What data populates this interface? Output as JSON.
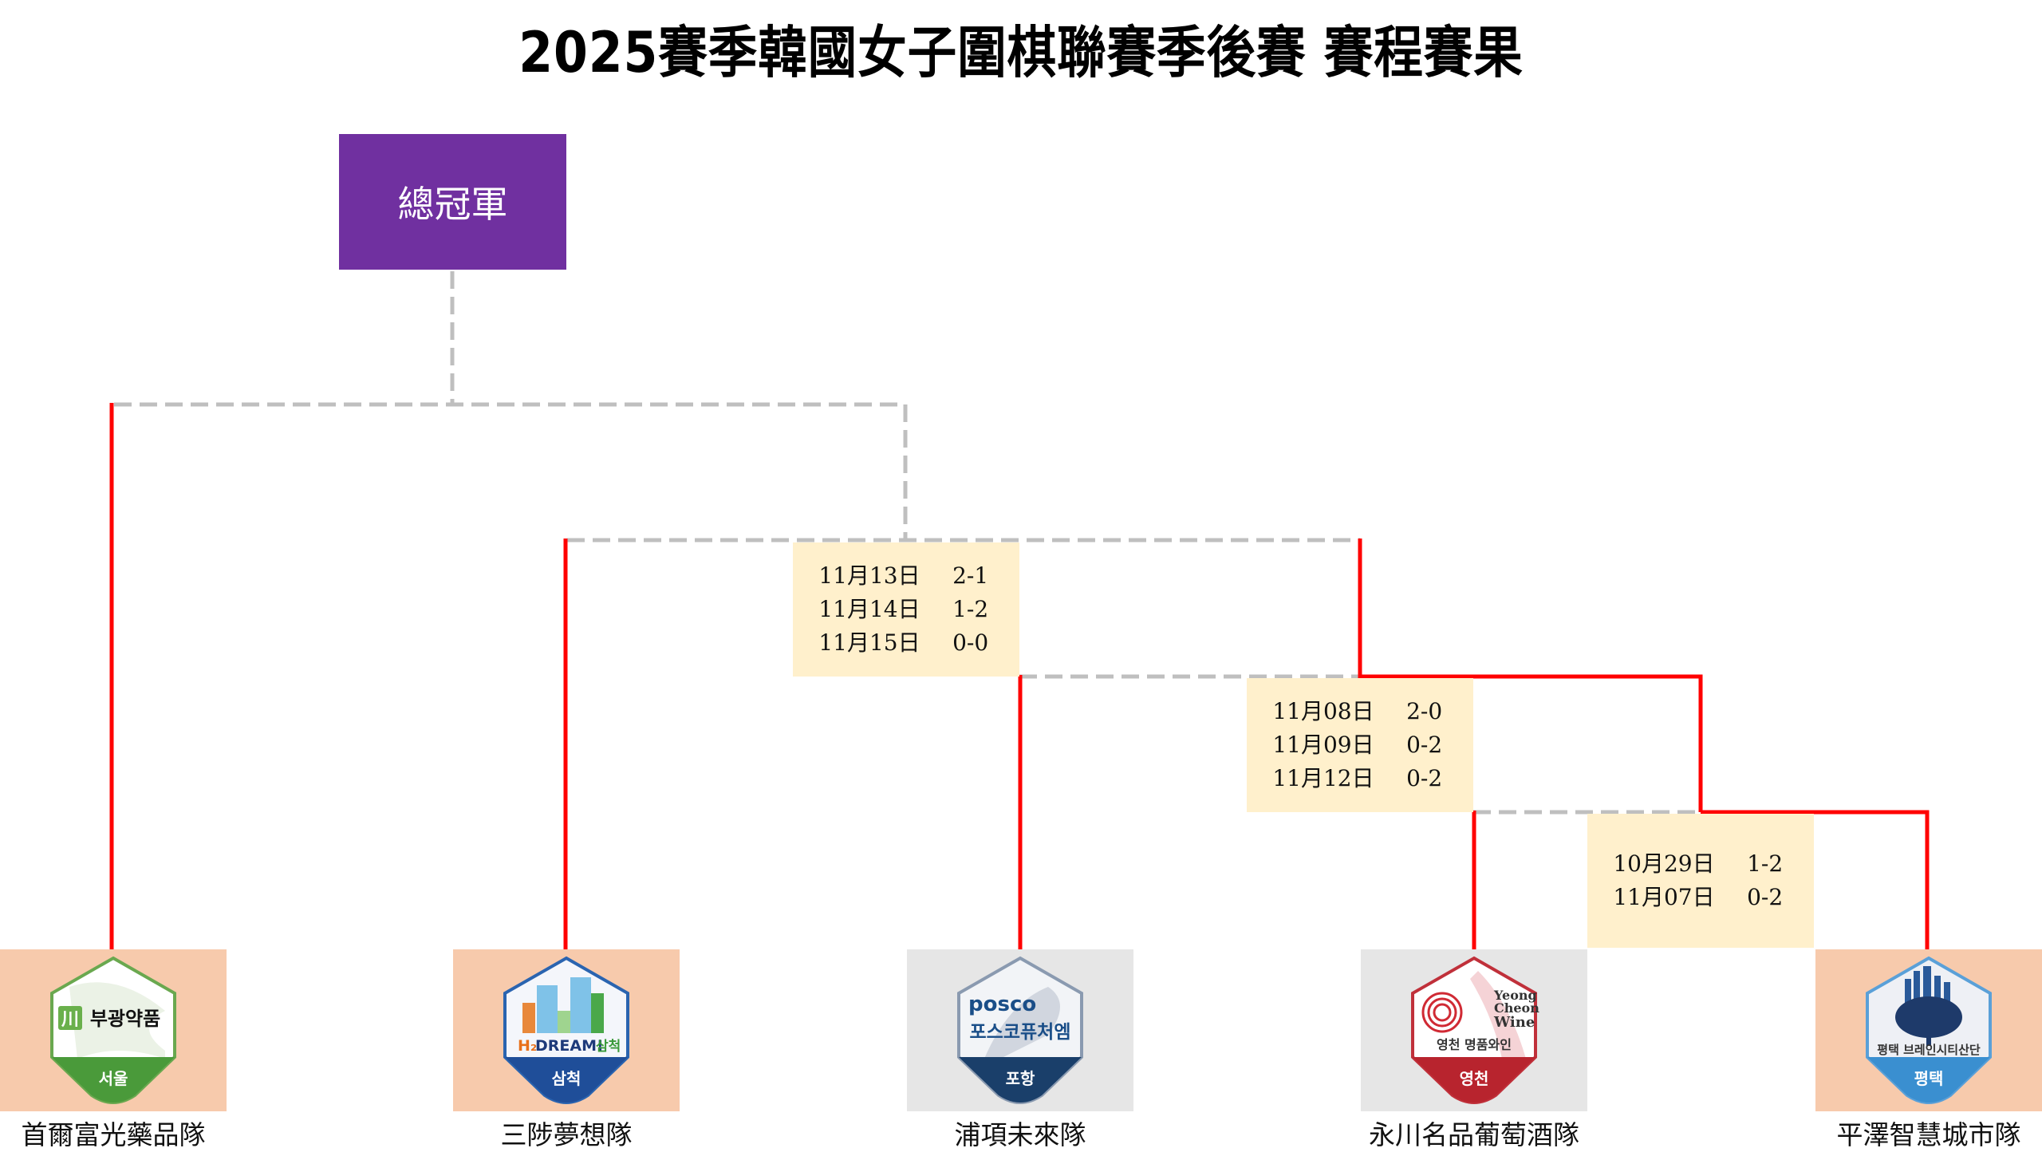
{
  "title": "2025賽季韓國女子圍棋聯賽季後賽  賽程賽果",
  "champion": {
    "label": "總冠軍"
  },
  "colors": {
    "champion": "#7030A0",
    "winner_line": "#FF0000",
    "pending_line": "#BFBFBF",
    "match_box": "#FFF0CC",
    "advancing_team": "#F7CAAC",
    "eliminated_team": "#E6E6E6"
  },
  "matches": [
    {
      "round": "playoff",
      "games": [
        {
          "date": "11月13日",
          "score": "2-1"
        },
        {
          "date": "11月14日",
          "score": "1-2"
        },
        {
          "date": "11月15日",
          "score": "0-0"
        }
      ]
    },
    {
      "round": "semifinal",
      "games": [
        {
          "date": "11月08日",
          "score": "2-0"
        },
        {
          "date": "11月09日",
          "score": "0-2"
        },
        {
          "date": "11月12日",
          "score": "0-2"
        }
      ]
    },
    {
      "round": "wildcard",
      "games": [
        {
          "date": "10月29日",
          "score": "1-2"
        },
        {
          "date": "11月07日",
          "score": "0-2"
        }
      ]
    }
  ],
  "teams": [
    {
      "name": "首爾富光藥品隊",
      "logo_text": "부광약품",
      "city": "서울",
      "status": "advancing",
      "logo_icon": "bukwang-logo-icon"
    },
    {
      "name": "三陟夢想隊",
      "logo_text": "H2DREAM!삼척",
      "city": "삼척",
      "status": "advancing",
      "logo_icon": "h2dream-logo-icon"
    },
    {
      "name": "浦項未來隊",
      "logo_text_top": "posco",
      "logo_text": "포스코퓨처엠",
      "city": "포항",
      "status": "eliminated",
      "logo_icon": "posco-logo-icon"
    },
    {
      "name": "永川名品葡萄酒隊",
      "logo_text_top": "Yeong Cheon Wine",
      "logo_text": "영천 명품와인",
      "city": "영천",
      "status": "eliminated",
      "logo_icon": "yeongcheon-wine-logo-icon"
    },
    {
      "name": "平澤智慧城市隊",
      "logo_text": "평택 브레인시티산단",
      "city": "평택",
      "status": "advancing",
      "logo_icon": "pyeongtaek-braincity-logo-icon"
    }
  ]
}
